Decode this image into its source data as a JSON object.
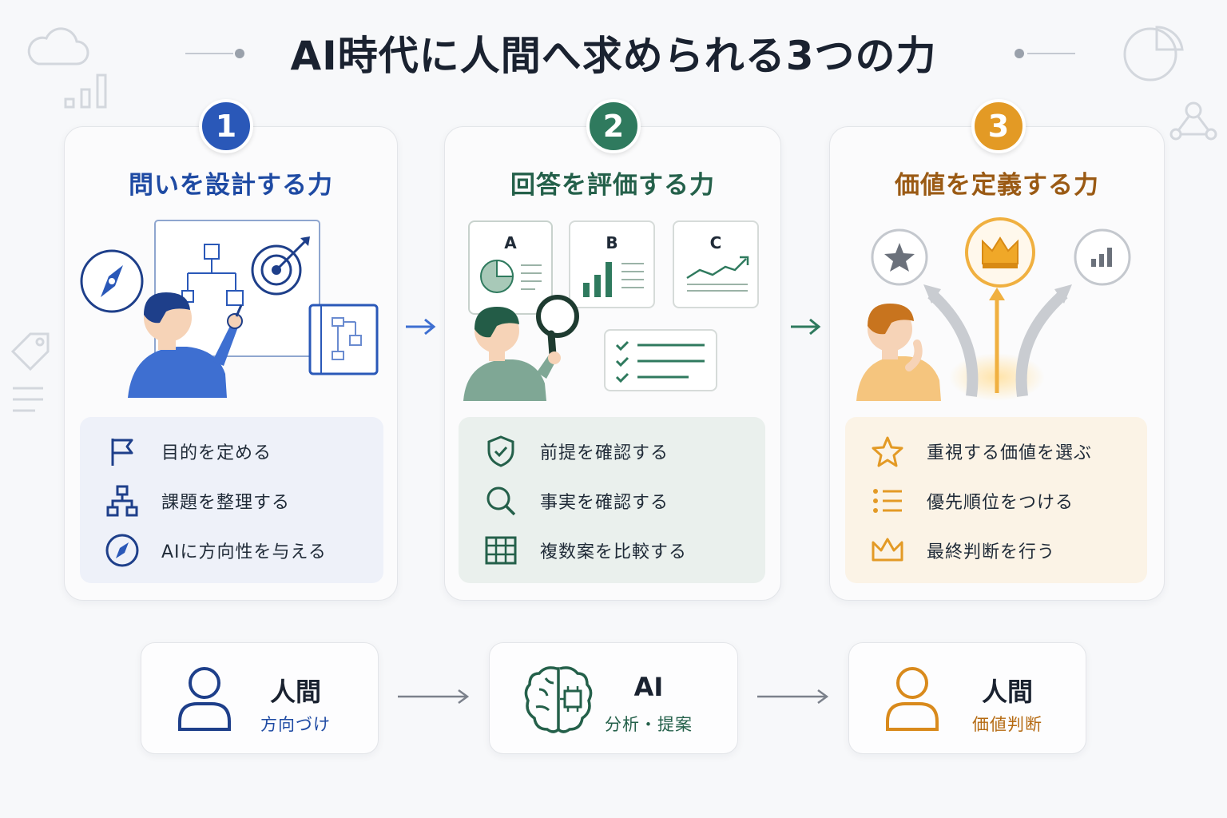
{
  "title": "AI時代に人間へ求められる3つの力",
  "colors": {
    "blue": "#2a58b8",
    "green": "#2f7a5e",
    "orange": "#e39a25"
  },
  "cards": [
    {
      "number": "1",
      "title": "問いを設計する力",
      "items": [
        {
          "icon": "flag-icon",
          "label": "目的を定める"
        },
        {
          "icon": "hierarchy-icon",
          "label": "課題を整理する"
        },
        {
          "icon": "compass-icon",
          "label": "AIに方向性を与える"
        }
      ]
    },
    {
      "number": "2",
      "title": "回答を評価する力",
      "option_labels": [
        "A",
        "B",
        "C"
      ],
      "items": [
        {
          "icon": "shield-check-icon",
          "label": "前提を確認する"
        },
        {
          "icon": "magnifier-icon",
          "label": "事実を確認する"
        },
        {
          "icon": "grid-table-icon",
          "label": "複数案を比較する"
        }
      ]
    },
    {
      "number": "3",
      "title": "価値を定義する力",
      "items": [
        {
          "icon": "star-icon",
          "label": "重視する価値を選ぶ"
        },
        {
          "icon": "priority-list-icon",
          "label": "優先順位をつける"
        },
        {
          "icon": "crown-icon",
          "label": "最終判断を行う"
        }
      ]
    }
  ],
  "bottom_flow": [
    {
      "icon": "person-icon",
      "main": "人間",
      "sub": "方向づけ"
    },
    {
      "icon": "brain-chip-icon",
      "main": "AI",
      "sub": "分析・提案"
    },
    {
      "icon": "person-icon",
      "main": "人間",
      "sub": "価値判断"
    }
  ]
}
